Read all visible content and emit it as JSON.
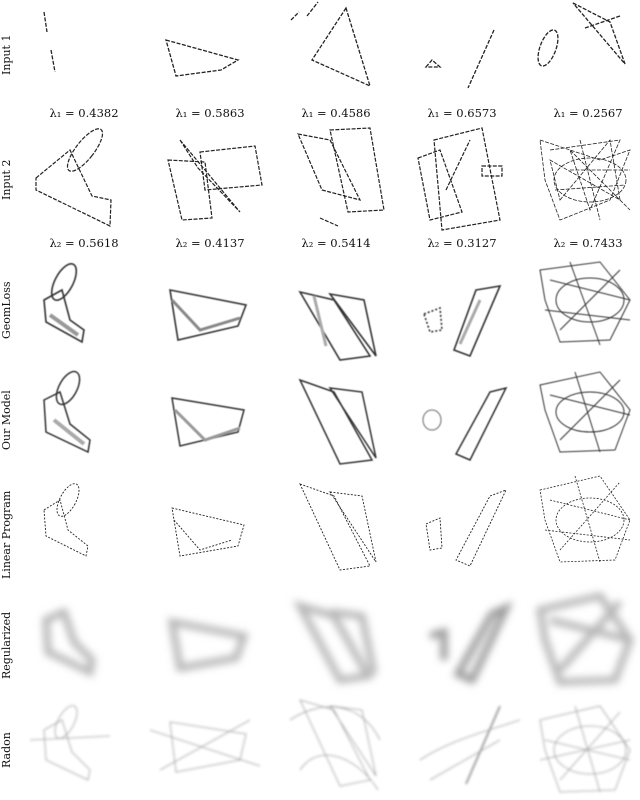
{
  "rows": [
    {
      "label": "Input 1"
    },
    {
      "label": "Input 2"
    },
    {
      "label": "GeomLoss"
    },
    {
      "label": "Our Model"
    },
    {
      "label": "Linear Program"
    },
    {
      "label": "Regularized"
    },
    {
      "label": "Radon"
    }
  ],
  "lambda1_values": [
    "λ₁ = 0.4382",
    "λ₁ = 0.5863",
    "λ₁ = 0.4586",
    "λ₁ = 0.6573",
    "λ₁ = 0.2567"
  ],
  "lambda2_values": [
    "λ₂ = 0.5618",
    "λ₂ = 0.4137",
    "λ₂ = 0.5414",
    "λ₂ = 0.3127",
    "λ₂ = 0.7433"
  ],
  "colors": {
    "stroke": "#222222",
    "faint": "#9a9a9a",
    "blur": "#b5b5b5"
  }
}
